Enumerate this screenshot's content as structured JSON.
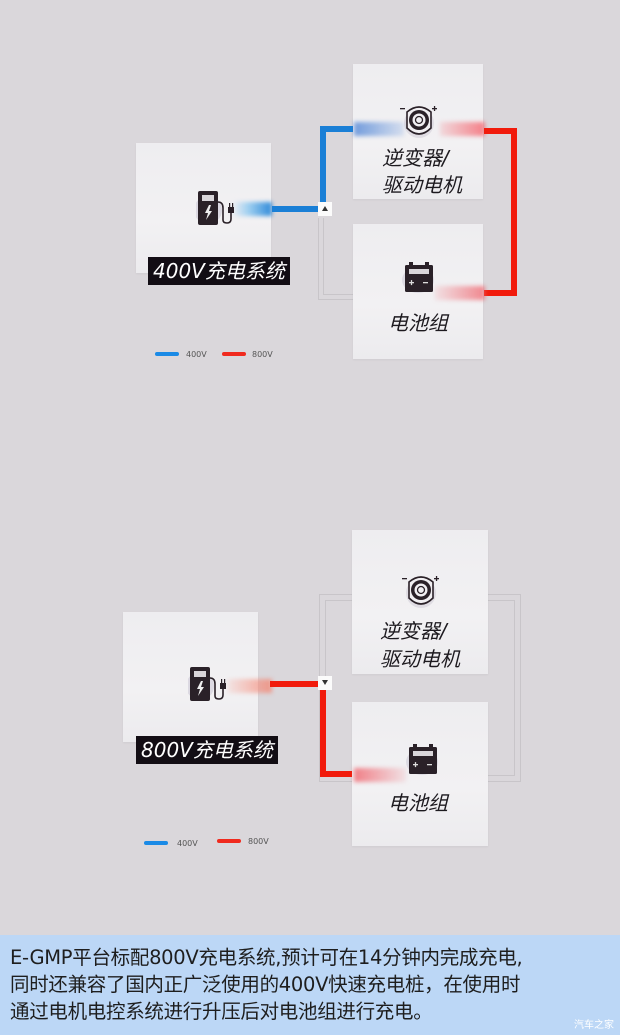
{
  "diagram_400v": {
    "charger_label": "400V充电系统",
    "inverter_label_line1": "逆变器/",
    "inverter_label_line2": "驱动电机",
    "battery_label": "电池组",
    "legend": [
      {
        "label": "400V",
        "color": "#1a8ae6"
      },
      {
        "label": "800V",
        "color": "#f02a1e"
      }
    ]
  },
  "diagram_800v": {
    "charger_label": "800V充电系统",
    "inverter_label_line1": "逆变器/",
    "inverter_label_line2": "驱动电机",
    "battery_label": "电池组",
    "legend": [
      {
        "label": "400V",
        "color": "#1a8ae6"
      },
      {
        "label": "800V",
        "color": "#f02a1e"
      }
    ]
  },
  "caption": {
    "line1": "E-GMP平台标配800V充电系统,预计可在14分钟内完成充电,",
    "line2": "同时还兼容了国内正广泛使用的400V快速充电桩，在使用时",
    "line3": "通过电机电控系统进行升压后对电池组进行充电。",
    "watermark": "汽车之家"
  },
  "colors": {
    "background": "#dad7db",
    "wire_400v": "#1a7fd6",
    "wire_800v": "#f11b0c",
    "caption_bg": "#bcd7f6",
    "label_bg": "#120d14"
  }
}
